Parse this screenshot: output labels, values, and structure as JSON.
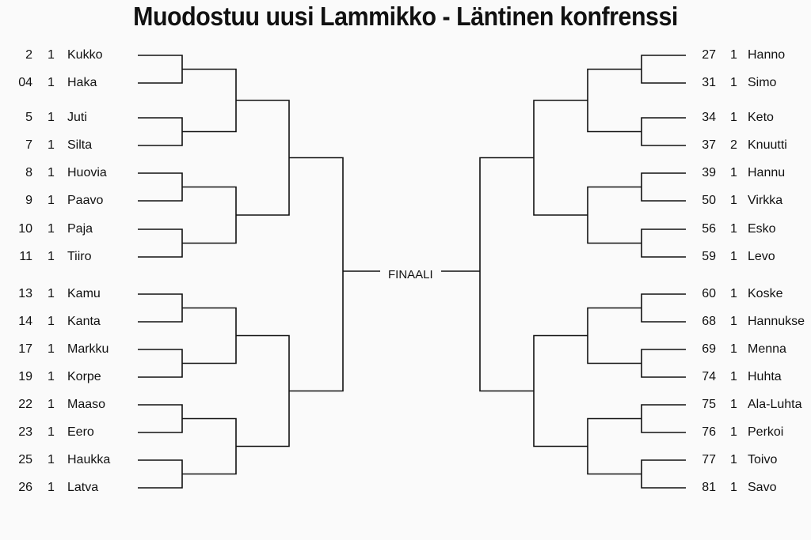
{
  "title": "Muodostuu uusi Lammikko - Läntinen konfrenssi",
  "final_label": "FINAALI",
  "left_teams": [
    {
      "num": "2",
      "seed": "1",
      "name": "Kukko"
    },
    {
      "num": "04",
      "seed": "1",
      "name": "Haka"
    },
    {
      "num": "5",
      "seed": "1",
      "name": "Juti"
    },
    {
      "num": "7",
      "seed": "1",
      "name": "Silta"
    },
    {
      "num": "8",
      "seed": "1",
      "name": "Huovia"
    },
    {
      "num": "9",
      "seed": "1",
      "name": "Paavo"
    },
    {
      "num": "10",
      "seed": "1",
      "name": "Paja"
    },
    {
      "num": "11",
      "seed": "1",
      "name": "Tiiro"
    },
    {
      "num": "13",
      "seed": "1",
      "name": "Kamu"
    },
    {
      "num": "14",
      "seed": "1",
      "name": "Kanta"
    },
    {
      "num": "17",
      "seed": "1",
      "name": "Markku"
    },
    {
      "num": "19",
      "seed": "1",
      "name": "Korpe"
    },
    {
      "num": "22",
      "seed": "1",
      "name": "Maaso"
    },
    {
      "num": "23",
      "seed": "1",
      "name": "Eero"
    },
    {
      "num": "25",
      "seed": "1",
      "name": "Haukka"
    },
    {
      "num": "26",
      "seed": "1",
      "name": "Latva"
    }
  ],
  "right_teams": [
    {
      "num": "27",
      "seed": "1",
      "name": "Hanno"
    },
    {
      "num": "31",
      "seed": "1",
      "name": "Simo"
    },
    {
      "num": "34",
      "seed": "1",
      "name": "Keto"
    },
    {
      "num": "37",
      "seed": "2",
      "name": "Knuutti"
    },
    {
      "num": "39",
      "seed": "1",
      "name": "Hannu"
    },
    {
      "num": "50",
      "seed": "1",
      "name": "Virkka"
    },
    {
      "num": "56",
      "seed": "1",
      "name": "Esko"
    },
    {
      "num": "59",
      "seed": "1",
      "name": "Levo"
    },
    {
      "num": "60",
      "seed": "1",
      "name": "Koske"
    },
    {
      "num": "68",
      "seed": "1",
      "name": "Hannukse"
    },
    {
      "num": "69",
      "seed": "1",
      "name": "Menna"
    },
    {
      "num": "74",
      "seed": "1",
      "name": "Huhta"
    },
    {
      "num": "75",
      "seed": "1",
      "name": "Ala-Luhta"
    },
    {
      "num": "76",
      "seed": "1",
      "name": "Perkoi"
    },
    {
      "num": "77",
      "seed": "1",
      "name": "Toivo"
    },
    {
      "num": "81",
      "seed": "1",
      "name": "Savo"
    }
  ]
}
